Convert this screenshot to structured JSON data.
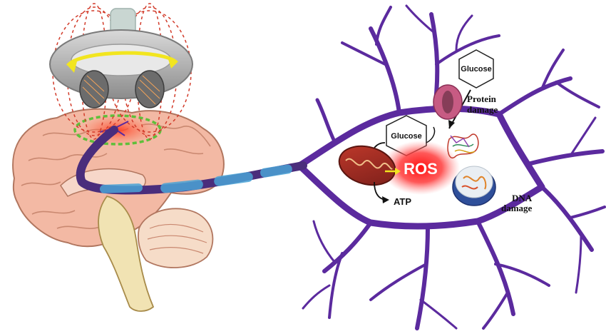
{
  "labels": {
    "glucose_top": "Glucose",
    "glucose_mid": "Glucose",
    "protein_line1": "Protein",
    "protein_line2": "damage",
    "dna_line1": "DNA",
    "dna_line2": "damage",
    "ros": "ROS",
    "atp": "ATP"
  },
  "icons": {
    "coil": "tms-coil-icon",
    "brain": "brain-icon",
    "neuron": "neuron-icon",
    "mitochondrion": "mitochondrion-icon",
    "protein": "protein-structure-icon",
    "nucleus": "nucleus-icon",
    "glucose": "hexagon-glucose-icon"
  },
  "colors": {
    "neuron": "#5b2a9e",
    "axon_sheath": "#4aa3d6",
    "field_lines": "#d23b2a",
    "coil_arrow": "#f2e51f",
    "ros_glow": "#ff2b2b",
    "brain": "#f3b9a4",
    "stimulation_zone": "#5fbf3a"
  }
}
